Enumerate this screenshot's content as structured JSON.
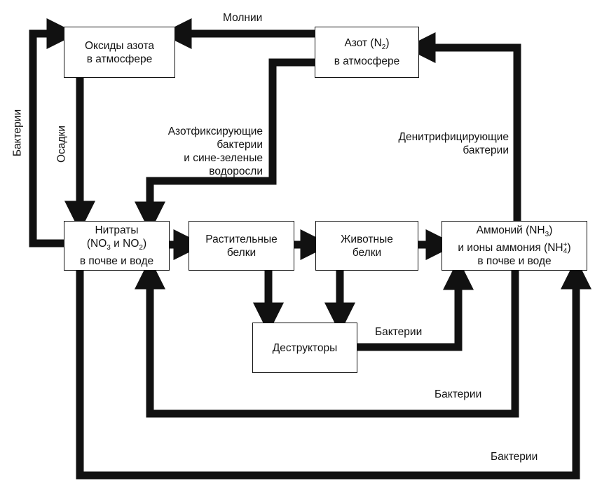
{
  "boxes": {
    "oxides": {
      "line1": "Оксиды азота",
      "line2": "в атмосфере"
    },
    "nitrogen": {
      "line1_pre": "Азот (N",
      "line1_sub": "2",
      "line1_post": ")",
      "line2": "в атмосфере"
    },
    "nitrates": {
      "line1": "Нитраты",
      "line2_a": "(NO",
      "line2_sub1": "3",
      "line2_b": " и NO",
      "line2_sub2": "2",
      "line2_c": ")",
      "line3": "в почве и воде"
    },
    "plant": {
      "line1": "Растительные",
      "line2": "белки"
    },
    "animal": {
      "line1": "Животные",
      "line2": "белки"
    },
    "ammonium": {
      "line1_pre": "Аммоний (NH",
      "line1_sub": "3",
      "line1_post": ")",
      "line2_pre": "и ионы аммония (NH",
      "line2_sup": "+",
      "line2_sub": "4",
      "line2_post": ")",
      "line3": "в почве и воде"
    },
    "destructors": {
      "line1": "Деструкторы"
    }
  },
  "labels": {
    "lightning": "Молнии",
    "precipitation": "Осадки",
    "bacteria_left": "Бактерии",
    "fixing": [
      "Азотфиксирующие",
      "бактерии",
      "и сине-зеленые",
      "водоросли"
    ],
    "denitrifying": [
      "Денитрифицирующие",
      "бактерии"
    ],
    "bacteria_destructors": "Бактерии",
    "bacteria_middle": "Бактерии",
    "bacteria_bottom": "Бактерии"
  },
  "colors": {
    "ink": "#111111",
    "background": "#ffffff"
  }
}
